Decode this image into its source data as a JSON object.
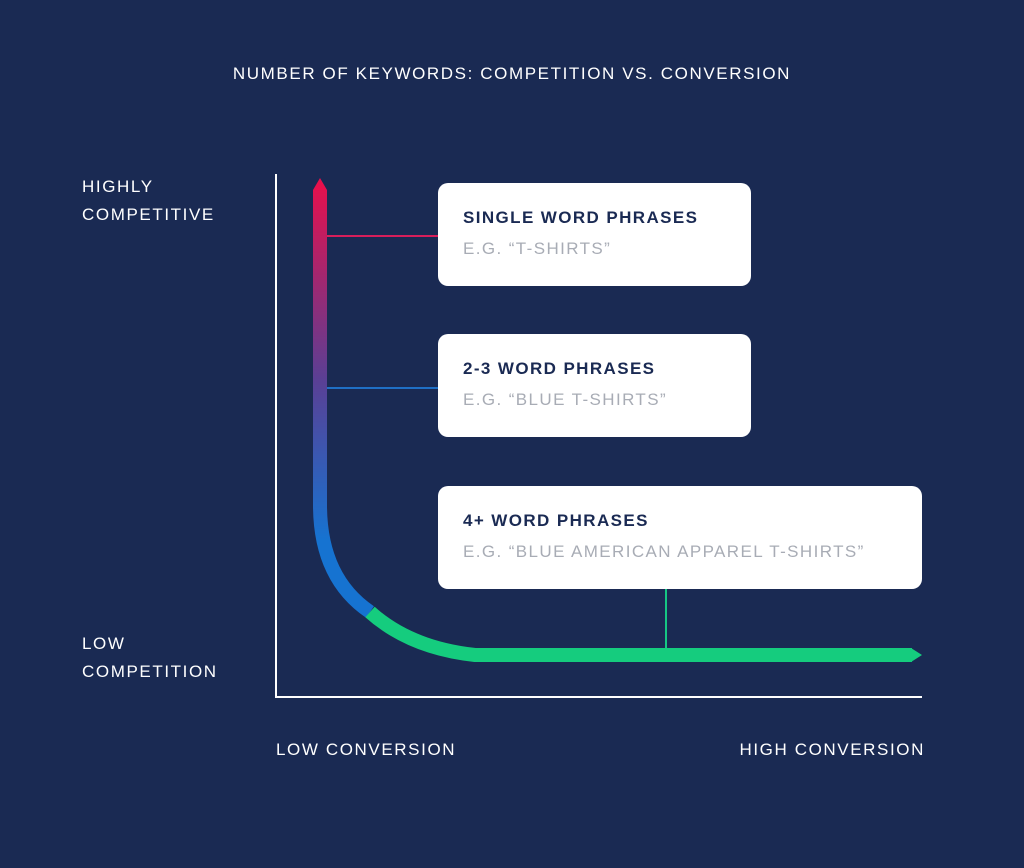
{
  "title": "NUMBER OF KEYWORDS: COMPETITION VS. CONVERSION",
  "axes": {
    "y_top": [
      "HIGHLY",
      "COMPETITIVE"
    ],
    "y_bottom": [
      "LOW",
      "COMPETITION"
    ],
    "x_left": "LOW CONVERSION",
    "x_right": "HIGH CONVERSION"
  },
  "cards": [
    {
      "title": "SINGLE WORD PHRASES",
      "example": "E.G. “T-SHIRTS”",
      "connector_color": "#d81e5b"
    },
    {
      "title": "2-3 WORD PHRASES",
      "example": "E.G. “BLUE T-SHIRTS”",
      "connector_color": "#1f6fc5"
    },
    {
      "title": "4+ WORD PHRASES",
      "example": "E.G. “BLUE AMERICAN APPAREL T-SHIRTS”",
      "connector_color": "#16c784"
    }
  ],
  "colors": {
    "background": "#1a2a53",
    "curve_top": "#e8104c",
    "curve_mid": "#5b3f94",
    "curve_blue": "#1673d1",
    "curve_green": "#15cc7e",
    "axis": "#ffffff",
    "card_title": "#1a2a53",
    "card_example": "#a8acb5"
  }
}
